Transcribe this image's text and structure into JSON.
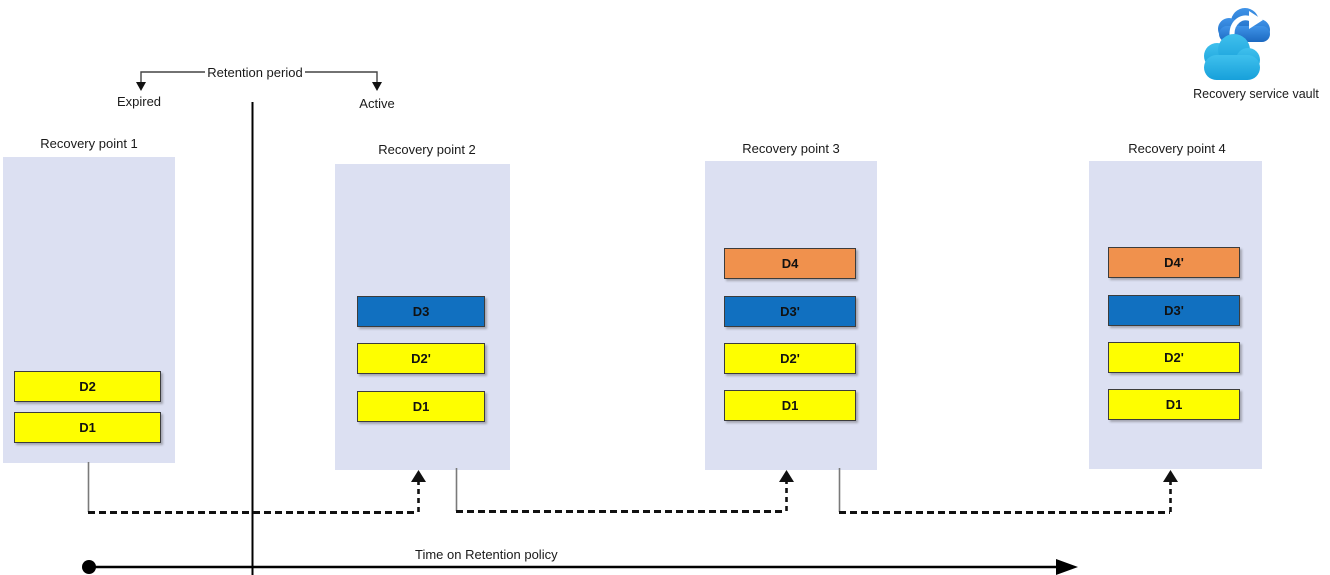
{
  "header": {
    "retention_period": "Retention period",
    "expired": "Expired",
    "active": "Active"
  },
  "vault": {
    "label": "Recovery service vault",
    "icon": "recovery-vault-cloud-icon"
  },
  "recovery_points": [
    {
      "label": "Recovery point 1",
      "segments": [
        {
          "label": "D2",
          "color": "yellow"
        },
        {
          "label": "D1",
          "color": "yellow"
        }
      ]
    },
    {
      "label": "Recovery point 2",
      "segments": [
        {
          "label": "D3",
          "color": "blue"
        },
        {
          "label": "D2'",
          "color": "yellow"
        },
        {
          "label": "D1",
          "color": "yellow"
        }
      ]
    },
    {
      "label": "Recovery point 3",
      "segments": [
        {
          "label": "D4",
          "color": "orange"
        },
        {
          "label": "D3'",
          "color": "blue"
        },
        {
          "label": "D2'",
          "color": "yellow"
        },
        {
          "label": "D1",
          "color": "yellow"
        }
      ]
    },
    {
      "label": "Recovery point 4",
      "segments": [
        {
          "label": "D4'",
          "color": "orange"
        },
        {
          "label": "D3'",
          "color": "blue"
        },
        {
          "label": "D2'",
          "color": "yellow"
        },
        {
          "label": "D1",
          "color": "yellow"
        }
      ]
    }
  ],
  "timeline": {
    "label": "Time on Retention policy"
  },
  "colors": {
    "segment_yellow": "#fefe00",
    "segment_blue": "#1170c0",
    "segment_orange": "#f0914d",
    "recovery_point_fill": "#dce0f2",
    "line_black": "#111111",
    "connector_gray": "#7a7a7a",
    "vault_cloud_back": "#2b7fd4",
    "vault_cloud_front": "#2ab3e6"
  }
}
